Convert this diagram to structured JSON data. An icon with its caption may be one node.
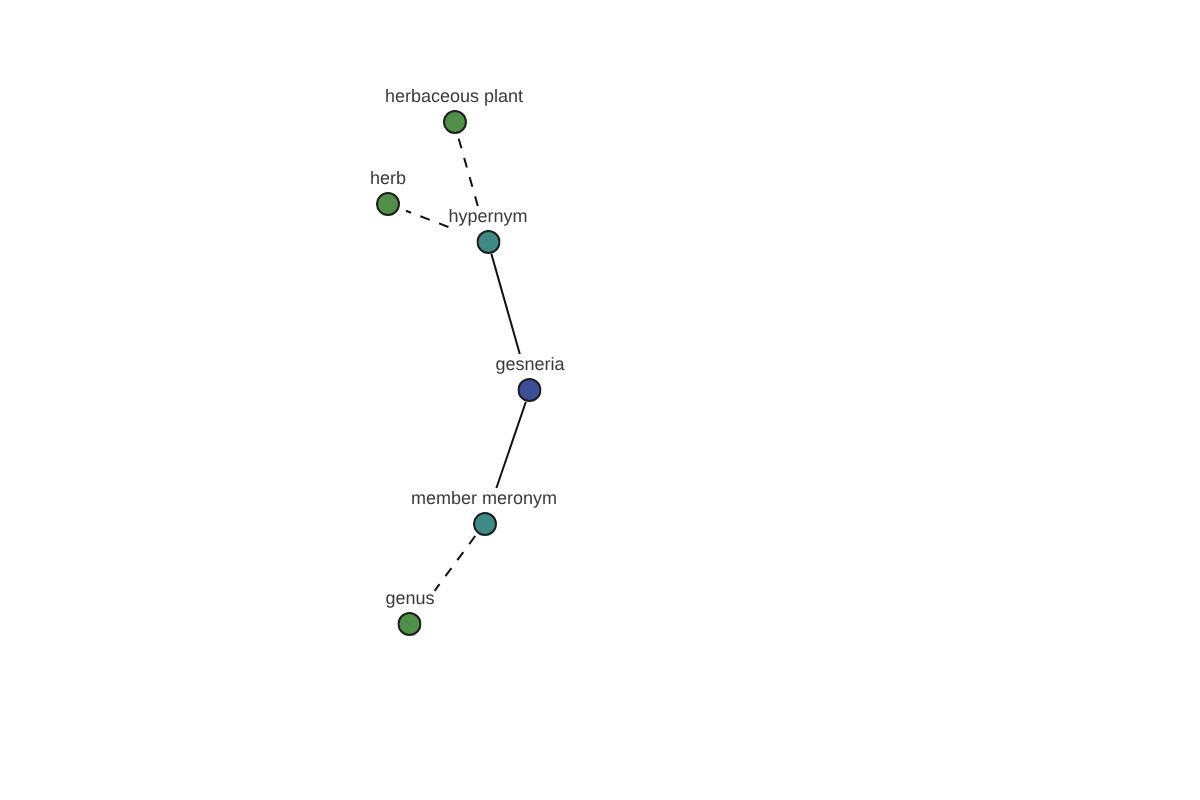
{
  "diagram": {
    "nodes": [
      {
        "text": [
          "herbaceous plant"
        ]
      },
      {
        "text": [
          "herb"
        ]
      },
      {
        "text": [
          "hypernym"
        ]
      },
      {
        "text": [
          "gesneria"
        ]
      },
      {
        "text": [
          "member meronym"
        ]
      },
      {
        "text": [
          "genus"
        ]
      }
    ],
    "edges": [
      {
        "from": 2,
        "to": 0,
        "arrow": "none",
        "style": "dashed"
      },
      {
        "from": 2,
        "to": 1,
        "arrow": "none",
        "style": "dashed"
      },
      {
        "from": 3,
        "to": 2,
        "arrow": "none"
      },
      {
        "from": 3,
        "to": 4,
        "arrow": "none"
      },
      {
        "from": 4,
        "to": 5,
        "arrow": "none",
        "style": "dashed"
      }
    ]
  }
}
